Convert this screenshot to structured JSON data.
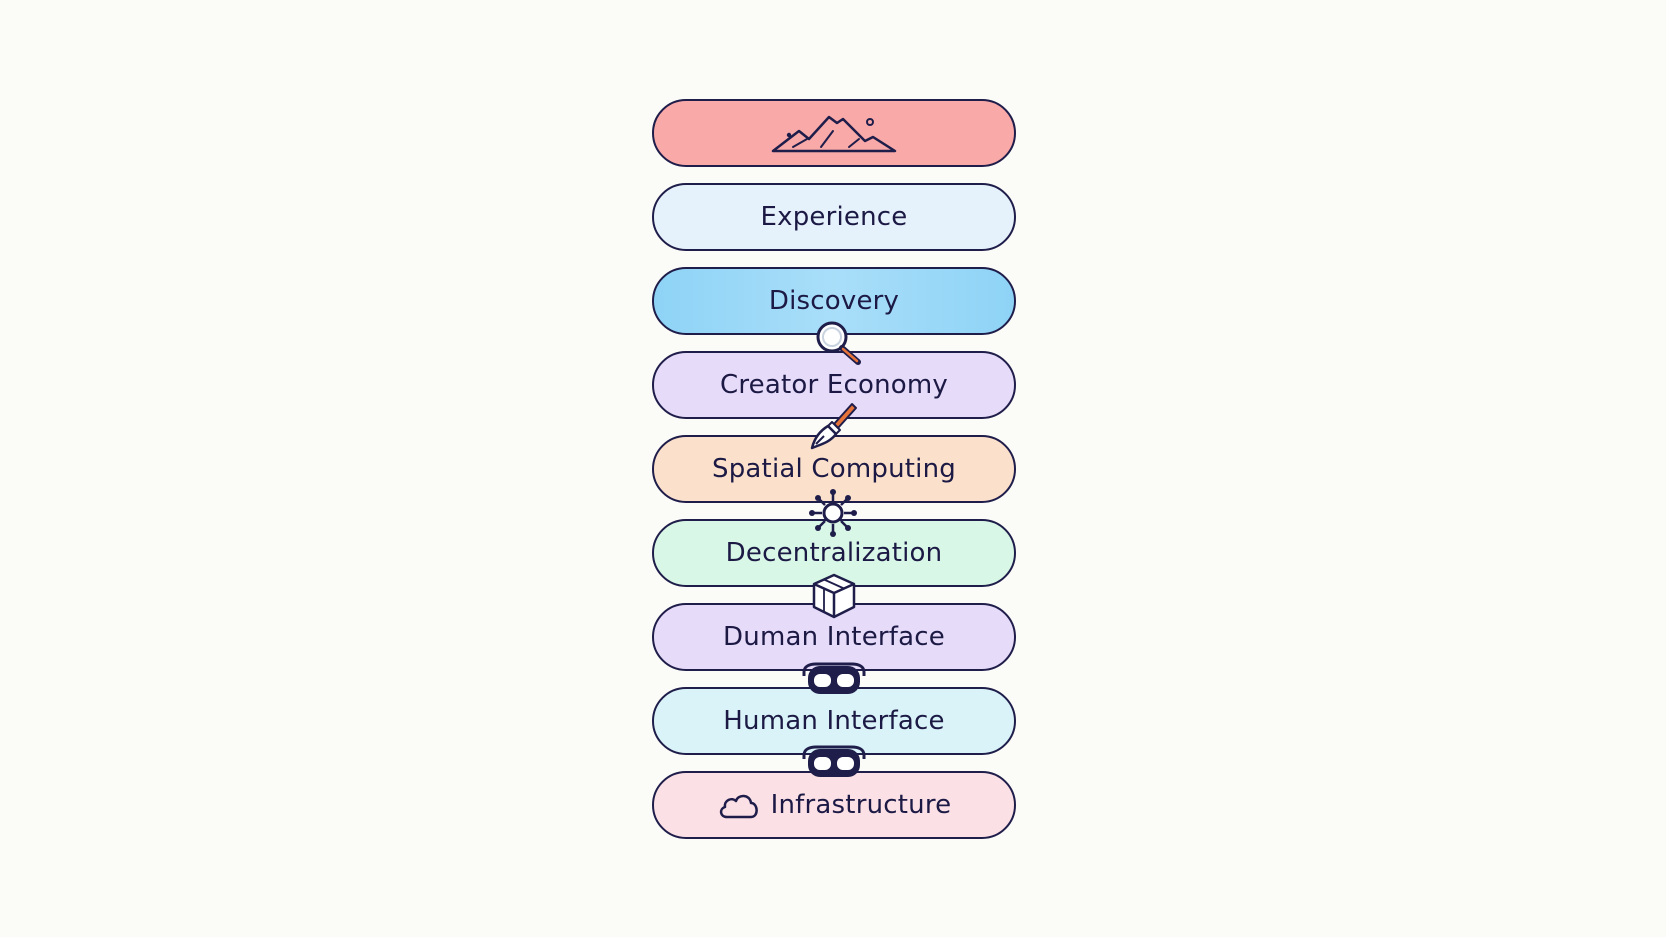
{
  "layers": [
    {
      "label": "",
      "icon": "mountain-icon",
      "color": "#f8a9a8"
    },
    {
      "label": "Experience",
      "color": "#e6f2fb"
    },
    {
      "label": "Discovery",
      "color": "#9bd9f8"
    },
    {
      "label": "Creator Economy",
      "color": "#e6dbf8"
    },
    {
      "label": "Spatial Computing",
      "color": "#fbe1cc"
    },
    {
      "label": "Decentralization",
      "color": "#d8f7e6"
    },
    {
      "label": "Duman Interface",
      "color": "#e6dbf8"
    },
    {
      "label": "Human Interface",
      "color": "#d9f3f8"
    },
    {
      "label": "Infrastructure",
      "icon": "cloud-icon",
      "color": "#fbe1e6"
    }
  ],
  "connectors": [
    "magnifier-icon",
    "brush-icon",
    "network-gear-icon",
    "cube-icon",
    "vr-headset-icon",
    "vr-headset-icon"
  ],
  "stroke_color": "#1f1d4a",
  "accent_color": "#e6743a"
}
